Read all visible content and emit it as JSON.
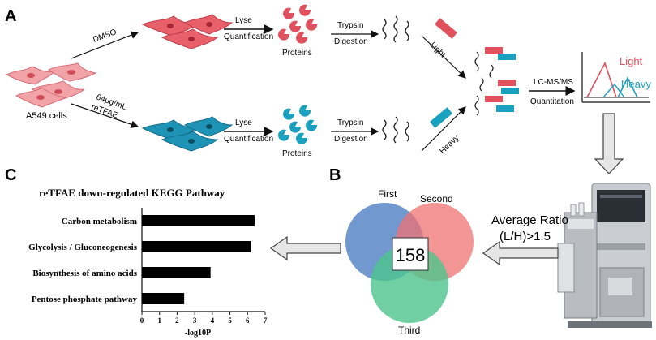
{
  "panels": {
    "a": "A",
    "b": "B",
    "c": "C"
  },
  "workflow": {
    "cell_line": "A549 cells",
    "treatment_control": "DMSO",
    "treatment_drug_line1": "64μg/mL",
    "treatment_drug_line2": "reTFAE",
    "lyse_top": "Lyse",
    "quant_top": "Quantification",
    "lyse_bottom": "Lyse",
    "quant_bottom": "Quantification",
    "proteins_top": "Proteins",
    "proteins_bottom": "Proteins",
    "trypsin_top": "Trypsin",
    "digestion_top": "Digestion",
    "trypsin_bottom": "Trypsin",
    "digestion_bottom": "Digestion",
    "label_light": "Light",
    "label_heavy": "Heavy",
    "lcms": "LC-MS/MS",
    "quantitation": "Quantitation",
    "spectrum_light": "Light",
    "spectrum_heavy": "Heavy",
    "ratio_line1": "Average Ratio",
    "ratio_line2": "(L/H)>1.5"
  },
  "venn": {
    "sets": [
      "First",
      "Second",
      "Third"
    ],
    "overlap_count": "158",
    "colors": {
      "first": "#4f7fc3",
      "second": "#ef7172",
      "third": "#4cc48c"
    }
  },
  "chart_data": {
    "type": "bar",
    "orientation": "horizontal",
    "title": "reTFAE down-regulated KEGG Pathway",
    "categories": [
      "Carbon metabolism",
      "Glycolysis / Gluconeogenesis",
      "Biosynthesis of amino acids",
      "Pentose phosphate pathway"
    ],
    "values": [
      6.4,
      6.2,
      3.9,
      2.4
    ],
    "xlabel": "-log10P",
    "xlim": [
      0,
      7
    ],
    "xticks": [
      "0",
      "1",
      "2",
      "3",
      "4",
      "5",
      "6",
      "7"
    ],
    "bar_color": "#000000",
    "grid": false
  },
  "colors": {
    "light": "#e0505d",
    "heavy": "#1ba1c0",
    "cell_light": "#e8606a",
    "cell_heavy": "#1f93b6"
  }
}
